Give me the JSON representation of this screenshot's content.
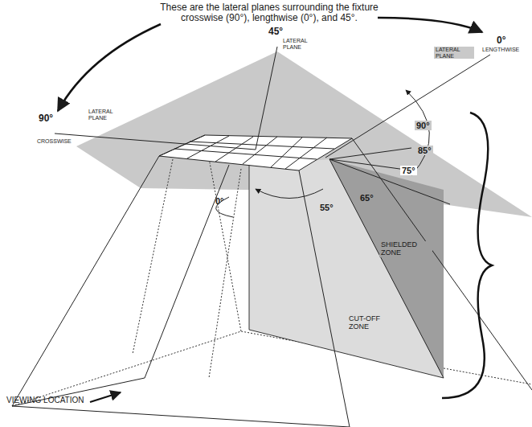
{
  "diagram": {
    "labels": [
      "These are the lateral planes surrounding the fixture crosswise (90°), lengthwise (0°), and 45°.",
      "45°",
      "LATERAL PLANE",
      "LATERAL PLANE",
      "0°",
      "LENGTHWISE",
      "90°",
      "CROSSWISE",
      "LATERAL PLANE",
      "90°",
      "85°",
      "75°",
      "65°",
      "55°",
      "0°",
      "SHIELDED ZONE",
      "CUT-OFF ZONE",
      "VIEWING LOCATION"
    ]
  }
}
